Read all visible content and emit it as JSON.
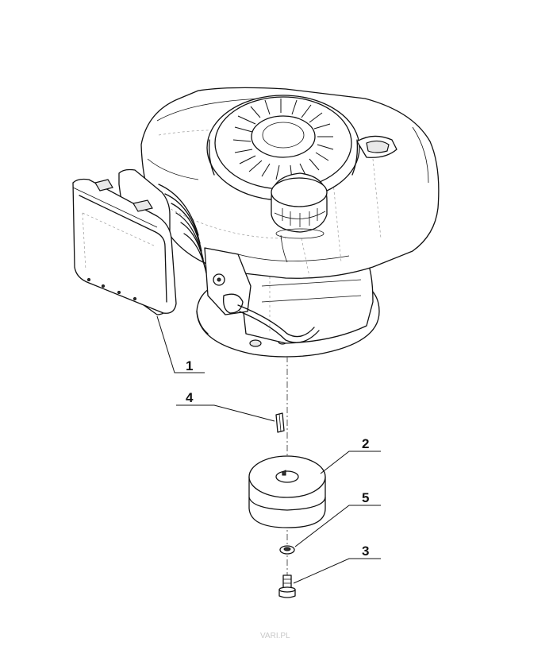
{
  "callouts": [
    {
      "id": "1",
      "label": "1",
      "part": "engine"
    },
    {
      "id": "2",
      "label": "2",
      "part": "blade-adapter"
    },
    {
      "id": "3",
      "label": "3",
      "part": "bolt"
    },
    {
      "id": "4",
      "label": "4",
      "part": "key"
    },
    {
      "id": "5",
      "label": "5",
      "part": "washer"
    }
  ],
  "watermark": "VARI.PL"
}
